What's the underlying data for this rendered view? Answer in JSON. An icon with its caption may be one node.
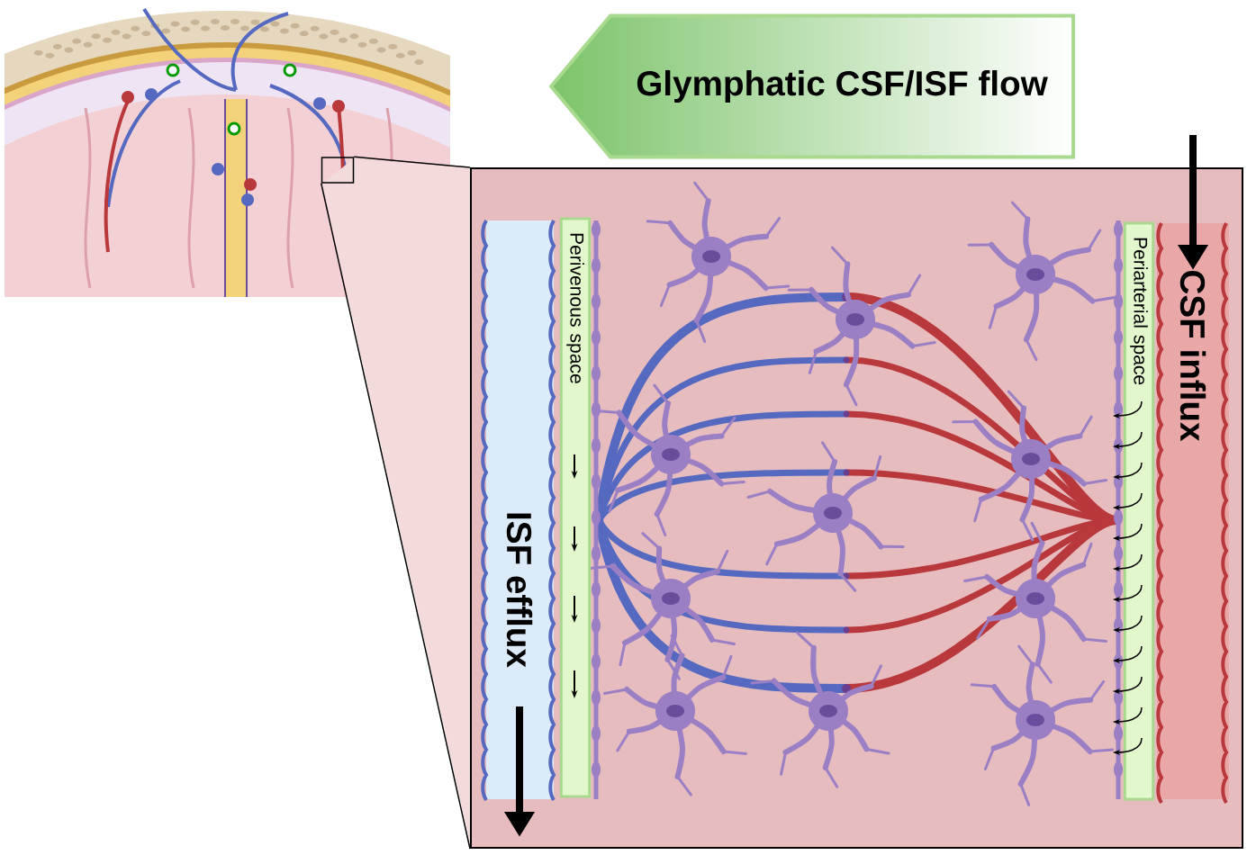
{
  "diagram": {
    "nodes": [
      {
        "text": [
          "Glymphatic CSF/ISF flow"
        ]
      },
      {
        "text": [],
        "shape": "box"
      },
      {
        "text": [],
        "shape": "box"
      },
      {
        "text": [
          "Perivenous space"
        ],
        "in": 2
      },
      {
        "text": [
          "Periarterial space"
        ],
        "in": 2
      }
    ],
    "edges": [
      {
        "from": 1,
        "to": 2,
        "arrow": "none"
      },
      {
        "from": 1,
        "to": 2,
        "arrow": "none"
      }
    ],
    "labels": [
      "CSF influx",
      "ISF efflux"
    ]
  }
}
